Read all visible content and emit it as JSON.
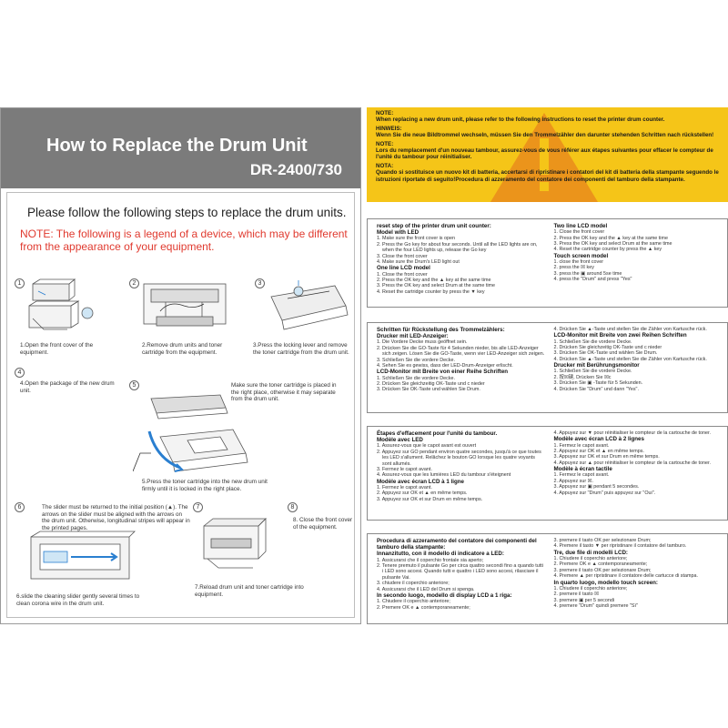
{
  "left": {
    "title": "How to Replace the Drum Unit",
    "model": "DR-2400/730",
    "follow": "Please follow the following steps to replace the drum units.",
    "note": "NOTE: The following is a legend of a device, which may be different from the appearance of your equipment.",
    "steps": [
      {
        "num": "1",
        "caption": "1.Open the front cover of the equipment."
      },
      {
        "num": "2",
        "caption": "2.Remove drum units and toner cartridge from the equipment."
      },
      {
        "num": "3",
        "caption": "3.Press the locking lever and remove the toner cartridge from the drum unit."
      },
      {
        "num": "4",
        "caption": "4.Open the package of the new drum unit."
      },
      {
        "num": "5",
        "caption": "Make sure the toner cartridge is placed in the right place, otherwise it may separate from the drum unit."
      },
      {
        "num": "",
        "caption": "5.Press the toner cartridge into the new drum unit firmly until it is locked in the right place."
      },
      {
        "num": "6",
        "caption": "The slider must be returned to the initial position (▲). The arrows on the slider must be aligned with the arrows on the drum unit. Otherwise, longitudinal stripes will appear in the printed pages."
      },
      {
        "num": "",
        "caption": "6.slide the cleaning slider gently several times to clean corona wire in the drum unit."
      },
      {
        "num": "7",
        "caption": "7.Reload drum unit and toner cartridge into equipment."
      },
      {
        "num": "8",
        "caption": "8. Close the front cover of the equipment."
      }
    ]
  },
  "banner": {
    "lines": [
      {
        "head": "NOTE:",
        "text": "When replacing a new drum unit, please refer to the following instructions to reset the printer drum counter."
      },
      {
        "head": "HINWEIS:",
        "text": "Wenn Sie die neue Bildtrommel wechseln, müssen Sie den Trommelzähler den darunter stehenden Schritten nach rückstellen!"
      },
      {
        "head": "NOTE:",
        "text": "Lors du remplacement d'un nouveau tambour, assurez-vous de vous référer aux étapes suivantes pour effacer le compteur de l'unité du tambour pour réinitialiser."
      },
      {
        "head": "NOTA:",
        "text": "Quando si sostituisce un nuovo kit di batteria, accertarsi di ripristinare i contatori del kit di batteria della stampante seguendo le istruzioni riportate di seguito!Procedura di azzeramento del contatore dei componenti del tamburo della stampante."
      }
    ]
  },
  "boxes": [
    {
      "left": [
        {
          "h": "reset step of the printer drum unit counter:"
        },
        {
          "h": "Model with LED"
        },
        {
          "l": "1. Make sure the front cover is open"
        },
        {
          "l": "2. Press the Go key for about four seconds. Until all the LED lights are on, when the four LED lights up, release the Go key"
        },
        {
          "l": "3. Close the front cover"
        },
        {
          "l": "4. Make sure the Drum's LED light out"
        },
        {
          "h": "One line LCD model"
        },
        {
          "l": "1. Close the front cover"
        },
        {
          "l": "2. Press the OK key and the ▲ key at the same time"
        },
        {
          "l": "3. Press the OK key and select Drum at the same time"
        },
        {
          "l": "4. Reset the cartridge counter by press the ▼ key"
        }
      ],
      "right": [
        {
          "h": "Two line LCD model"
        },
        {
          "l": "1. Close the front cover"
        },
        {
          "l": "2. Press the OK key and the ▲ key at the same time"
        },
        {
          "l": "3. Press the OK key and select Drum at the same time"
        },
        {
          "l": "4. Reset the cartridge counter by press the ▲ key"
        },
        {
          "h": "Touch screen model"
        },
        {
          "l": "1. close the front cover"
        },
        {
          "l": "2. press the ☒ key"
        },
        {
          "l": "3. press the ▣ around 5se time"
        },
        {
          "l": "4. press the \"Drum\" and press \"Yes\""
        }
      ]
    },
    {
      "left": [
        {
          "h": "Schritten für Rückstellung des Trommelzählers:"
        },
        {
          "h": "Drucker mit LED-Anzeiger:"
        },
        {
          "l": "1. Die Vordere Decke muss geöffnet sein."
        },
        {
          "l": "2. Drücken Sie die GO-Taste für 4 Sekunden nieder, bis alle LED-Anzeiger sich zeigen. Lösen Sie die GO-Taste, wenn vier LED-Anzeiger sich zeigen."
        },
        {
          "l": "3. Schließen Sie die vordere Decke."
        },
        {
          "l": "4. Sehen Sie es gewiss, dass der LED-Drum-Anzeiger erlischt."
        },
        {
          "h": "LCD-Monitor mit Breite von einer Reihe Schriften"
        },
        {
          "l": "1. Schließen Sie die vordere Decke."
        },
        {
          "l": "2. Drücken Sie gleichzeitig OK-Taste und c nieder"
        },
        {
          "l": "3. Drücken Sie OK-Taste und wählen Sie Drum."
        }
      ],
      "right": [
        {
          "l": "4. Drücken Sie ▲-Taste und stellen Sie die Zähler von Kartusche rück."
        },
        {
          "h": "LCD-Monitor mit Breite von zwei Reihen Schriften"
        },
        {
          "l": "1. Schließen Sie die vordere Decke."
        },
        {
          "l": "2. Drücken Sie gleichzeitig OK-Taste und c nieder"
        },
        {
          "l": "3. Drücken Sie OK-Taste und wählen Sie Drum."
        },
        {
          "l": "4. Drücken Sie ▲-Taste und stellen Sie die Zähler von Kartusche rück."
        },
        {
          "h": "Drucker mit Berührungsmonitor"
        },
        {
          "l": "1. Schließen Sie die vordere Decke."
        },
        {
          "l": "2. 按☒键, Drücken Sie ☒c"
        },
        {
          "l": "3. Drücken Sie ▣ -Taste für 5 Sekunden."
        },
        {
          "l": "4. Drücken Sie \"Drum\" und dann \"Yes\"."
        }
      ]
    },
    {
      "left": [
        {
          "h": "Étapes d'effacement pour l'unité du tambour."
        },
        {
          "h": "Modèle avec LED"
        },
        {
          "l": "1. Assurez-vous que le capot avant est ouvert"
        },
        {
          "l": "2. Appuyez sur GO pendant environ quatre secondes, jusqu'à ce que toutes les LED s'allument. Relâchez le bouton GO lorsque les quatre voyants sont allumés."
        },
        {
          "l": "3. Fermez le capot avant."
        },
        {
          "l": "4. Assurez-vous que les lumières LED du tambour s'éteignent"
        },
        {
          "h": "Modèle avec écran LCD à 1 ligne"
        },
        {
          "l": "1. Fermez le capot avant."
        },
        {
          "l": "2. Appuyez sur OK et ▲ en même temps."
        },
        {
          "l": "3. Appuyez sur OK et sur Drum en même temps."
        }
      ],
      "right": [
        {
          "l": "4. Appuyez sur ▼ pour réinitialiser le compteur de la cartouche de toner."
        },
        {
          "h": "Modèle avec écran LCD à 2 lignes"
        },
        {
          "l": "1. Fermez le capot avant."
        },
        {
          "l": "2. Appuyez sur OK et ▲ en même temps."
        },
        {
          "l": "3. Appuyez sur OK et sur Drum en même temps."
        },
        {
          "l": "4. Appuyez sur ▲ pour réinitialiser le compteur de la cartouche de toner."
        },
        {
          "h": "Modèle à écran tactile"
        },
        {
          "l": "1. Fermez le capot avant."
        },
        {
          "l": "2. Appuyez sur ☒."
        },
        {
          "l": "3. Appuyez sur ▣ pendant 5 secondes."
        },
        {
          "l": "4. Appuyez sur \"Drum\" puis appuyez sur \"Oui\"."
        }
      ]
    },
    {
      "left": [
        {
          "h": "Procedura di azzeramento del contatore dei componenti del tamburo della stampante:"
        },
        {
          "h": "Innanzitutto, con il modello di indicatore a LED:"
        },
        {
          "l": "1. Assicurarsi che il coperchio frontale sia aperto;"
        },
        {
          "l": "2. Tenere premuto il pulsante Go per circa quattro secondi fino a quando tutti i LED sono accesi. Quando tutti e quattro i LED sono accesi, rilasciare il pulsante Vai."
        },
        {
          "l": "3. chiudere il coperchio anteriore;"
        },
        {
          "l": "4. Assicurarsi che il LED del Drum si spenga."
        },
        {
          "h": "In secondo luogo, modello di display LCD a 1 riga:"
        },
        {
          "l": "1. Chiudere il coperchio anteriore;"
        },
        {
          "l": "2. Premere OK e ▲ contemporaneamente;"
        }
      ],
      "right": [
        {
          "l": "3. premere il tasto OK per selezionare Drum;"
        },
        {
          "l": "4. Premere il tasto ▼ per ripristinare il contatore del tamburo."
        },
        {
          "h": "Tre, due file di modelli LCD:"
        },
        {
          "l": "1. Chiudere il coperchio anteriore;"
        },
        {
          "l": "2. Premere OK e ▲ contemporaneamente;"
        },
        {
          "l": "3. premere il tasto OK per selezionare Drum;"
        },
        {
          "l": "4. Premere ▲ per ripristinare il contatore delle cartucce di stampa."
        },
        {
          "h": "In quarto luogo, modello touch screen:"
        },
        {
          "l": "1. Chiudere il coperchio anteriore;"
        },
        {
          "l": "2. premere il tasto ☒"
        },
        {
          "l": "3. premere ▣ per 5 secondi"
        },
        {
          "l": "4. premere \"Drum\" quindi premere \"Sì\""
        }
      ]
    }
  ]
}
